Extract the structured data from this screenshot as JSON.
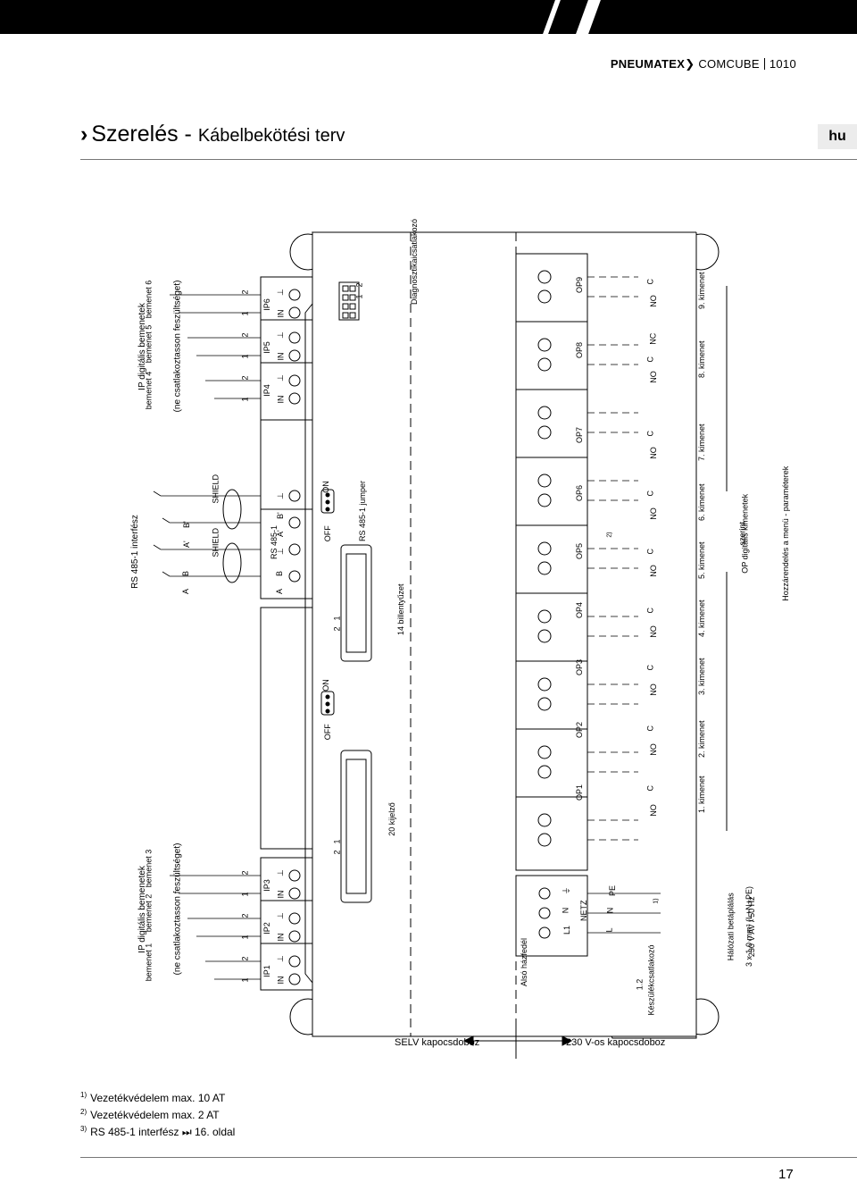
{
  "header": {
    "brand": "PNEUMATEX",
    "product": "COMCUBE",
    "model": "1010"
  },
  "title": {
    "main": "Szerelés",
    "sub": "Kábelbekötési terv",
    "lang": "hu"
  },
  "diagram": {
    "ip_group1": {
      "title": "IP digitális bemenetek",
      "subtitle": "(ne csatlakoztasson feszültséget)",
      "inputs": [
        "bemenet 1",
        "bemenet 2",
        "bemenet 3"
      ]
    },
    "ip_group2": {
      "title": "IP digitális bemenetek",
      "subtitle": "(ne csatlakoztasson feszültséget)",
      "inputs": [
        "bemenet 4",
        "bemenet 5",
        "bemenet 6"
      ]
    },
    "rs485": {
      "title": "RS 485-1 interfész",
      "note": "3)",
      "block": "RS 485-1",
      "pins": [
        "A",
        "B",
        "⊥",
        "A'",
        "B'",
        "⊥"
      ],
      "wires": [
        "A",
        "B",
        "A'",
        "B'"
      ],
      "shield": "SHIELD",
      "jumper": "RS 485-1 jumper",
      "off": "OFF",
      "on": "ON"
    },
    "ip_blocks": [
      {
        "label": "IP1",
        "pins": [
          "IN",
          "⊥"
        ],
        "nums": [
          "1",
          "2"
        ]
      },
      {
        "label": "IP2",
        "pins": [
          "IN",
          "⊥"
        ],
        "nums": [
          "1",
          "2"
        ]
      },
      {
        "label": "IP3",
        "pins": [
          "IN",
          "⊥"
        ],
        "nums": [
          "1",
          "2"
        ]
      },
      {
        "label": "IP4",
        "pins": [
          "IN",
          "⊥"
        ],
        "nums": [
          "1",
          "2"
        ]
      },
      {
        "label": "IP5",
        "pins": [
          "IN",
          "⊥"
        ],
        "nums": [
          "1",
          "2"
        ]
      },
      {
        "label": "IP6",
        "pins": [
          "IN",
          "⊥"
        ],
        "nums": [
          "1",
          "2"
        ]
      }
    ],
    "display_connector": "20 kijelző",
    "keyboard_connector": "14 billentyűzet",
    "diag_connector": "Diagnosztikaicsatlakozó",
    "diag_pins": [
      "2",
      "1"
    ],
    "conn_pins": [
      "2",
      "1"
    ],
    "jumper2": {
      "off": "OFF",
      "on": "ON"
    },
    "selv": "SELV kapocsdoboz",
    "v230": "230 V-os kapocsdoboz",
    "housing": "Alsó házfedél",
    "device_connector": "Készülékcsatlakozó",
    "device_connector_num": "1.2",
    "netz": {
      "label": "NETZ",
      "pins": [
        "L1",
        "N",
        "⏚"
      ],
      "wires": [
        "L",
        "N",
        "PE"
      ]
    },
    "mains": {
      "l1": "Hálózati betáplálás",
      "l2": "3 x 1.0 mm² (L+N+PE)",
      "l3": "230 V AV / 50 Hz",
      "note": "1)"
    },
    "op_note": "2)",
    "outputs": [
      {
        "label": "OP1",
        "contacts": [
          "NO",
          "C"
        ],
        "name": "1. kimenet"
      },
      {
        "label": "OP2",
        "contacts": [
          "NO",
          "C"
        ],
        "name": "2. kimenet"
      },
      {
        "label": "OP3",
        "contacts": [
          "NO",
          "C"
        ],
        "name": "3. kimenet"
      },
      {
        "label": "OP4",
        "contacts": [
          "NO",
          "C"
        ],
        "name": "4. kimenet"
      },
      {
        "label": "OP5",
        "contacts": [
          "NO",
          "C"
        ],
        "name": "5. kimenet"
      },
      {
        "label": "OP6",
        "contacts": [
          "NO",
          "C"
        ],
        "name": "6. kimenet"
      },
      {
        "label": "OP7",
        "contacts": [
          "NO",
          "C"
        ],
        "name": "7. kimenet"
      },
      {
        "label": "OP8",
        "contacts": [
          "NO",
          "C",
          "NC"
        ],
        "name": "8. kimenet"
      },
      {
        "label": "OP9",
        "contacts": [
          "NO",
          "C"
        ],
        "name": "9. kimenet"
      }
    ],
    "op_legend": {
      "l1": "OP digitális kimenetek",
      "l2": "Hozzárendelés a menü - paraméterek",
      "l3": "szerint"
    }
  },
  "footnotes": [
    {
      "num": "1)",
      "text": "Vezetékvédelem max. 10 AT"
    },
    {
      "num": "2)",
      "text": "Vezetékvédelem max. 2 AT"
    },
    {
      "num": "3)",
      "text": "RS 485-1 interfész ⏭ 16. oldal"
    }
  ],
  "page_number": "17"
}
